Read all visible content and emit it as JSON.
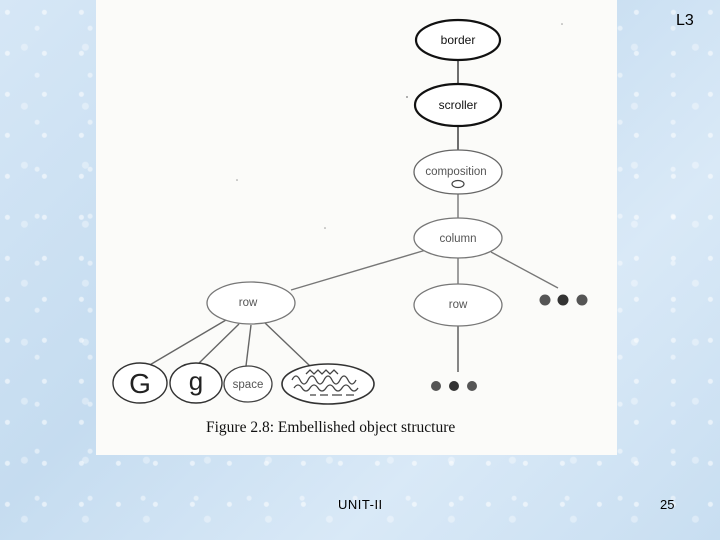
{
  "slide": {
    "label": "L3",
    "footer_left": "UNIT-II",
    "page_number": "25"
  },
  "figure": {
    "caption": "Figure 2.8: Embellished object structure",
    "nodes": {
      "border": "border",
      "scroller": "scroller",
      "composition": "composition",
      "column": "column",
      "row_left": "row",
      "row_right": "row",
      "glyph_G": "G",
      "glyph_g": "g",
      "space": "space"
    }
  },
  "colors": {
    "background": "#cfe2f3",
    "figure_paper": "#fbfbf9",
    "ink": "#111111"
  }
}
